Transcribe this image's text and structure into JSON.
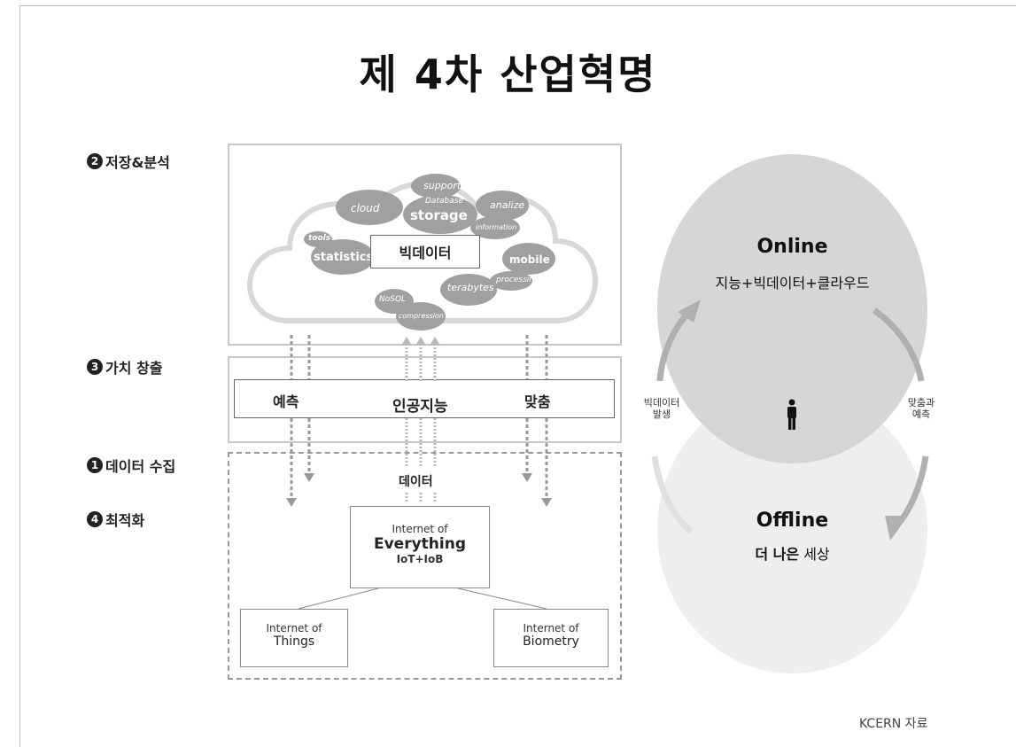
{
  "title": "제 4차 산업혁명",
  "steps": {
    "s2": {
      "num": "2",
      "label": "저장&분석"
    },
    "s3": {
      "num": "3",
      "label": "가치 창출"
    },
    "s1": {
      "num": "1",
      "label": "데이터 수집"
    },
    "s4": {
      "num": "4",
      "label": "최적화"
    }
  },
  "cloud": {
    "center_label": "빅데이터",
    "tags": [
      "support",
      "Database",
      "cloud",
      "storage",
      "analize",
      "information",
      "tools",
      "statistics",
      "mobile",
      "processing",
      "terabytes",
      "NoSQL",
      "compression"
    ]
  },
  "value": {
    "predict": "예측",
    "ai": "인공지능",
    "custom": "맞춤"
  },
  "collect": {
    "data_label": "데이터",
    "ioe_line1": "Internet of",
    "ioe_line2": "Everything",
    "ioe_line3": "IoT+IoB",
    "iot_line1": "Internet of",
    "iot_line2": "Things",
    "iob_line1": "Internet of",
    "iob_line2": "Biometry"
  },
  "online": {
    "label": "Online",
    "sub": "지능+빅데이터+클라우드"
  },
  "offline": {
    "label": "Offline",
    "sub_bold": "더 나은",
    "sub_rest": "세상"
  },
  "arrows": {
    "left_line1": "빅데이터",
    "left_line2": "발생",
    "right_line1": "맞춤과",
    "right_line2": "예측"
  },
  "source": "KCERN 자료",
  "colors": {
    "online_circle": "#d2d2d2",
    "offline_circle": "#eeeeee",
    "cloud_fill": "#a0a0a0",
    "arrow": "#b0b0b0"
  }
}
